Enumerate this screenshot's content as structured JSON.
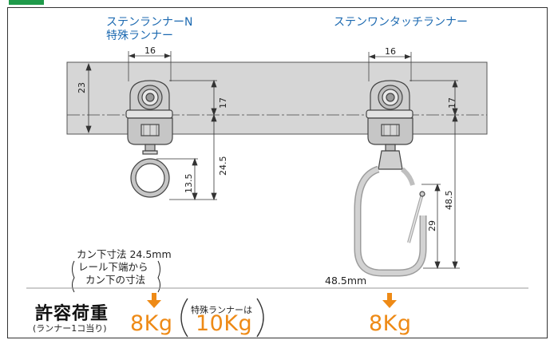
{
  "runner_left": {
    "title_line1": "ステンランナーN",
    "title_line2": "特殊ランナー"
  },
  "runner_right": {
    "title": "ステンワンタッチランナー"
  },
  "dimensions": {
    "left_width": "16",
    "right_width": "16",
    "rail_height": "23",
    "left_wheel_drop": "17",
    "right_wheel_drop": "17",
    "left_hook_drop": "24.5",
    "left_ring_size": "13.5",
    "right_hook_drop": "48.5",
    "right_carabiner_size": "29"
  },
  "notes": {
    "kan_line1": "カン下寸法 24.5mm",
    "kan_line2": "レール下端から",
    "kan_line3": "カン下の寸法",
    "right_measure": "48.5mm"
  },
  "load": {
    "heading": "許容荷重",
    "subheading": "(ランナー1コ当り)",
    "left_value": "8Kg",
    "special_note": "特殊ランナーは",
    "special_value": "10Kg",
    "right_value": "8Kg"
  },
  "colors": {
    "rail_fill": "#d6d6d6",
    "outline": "#444444",
    "title_blue": "#1d6ab1",
    "load_orange": "#ee8a16",
    "corner_green": "#1f9a4a"
  }
}
